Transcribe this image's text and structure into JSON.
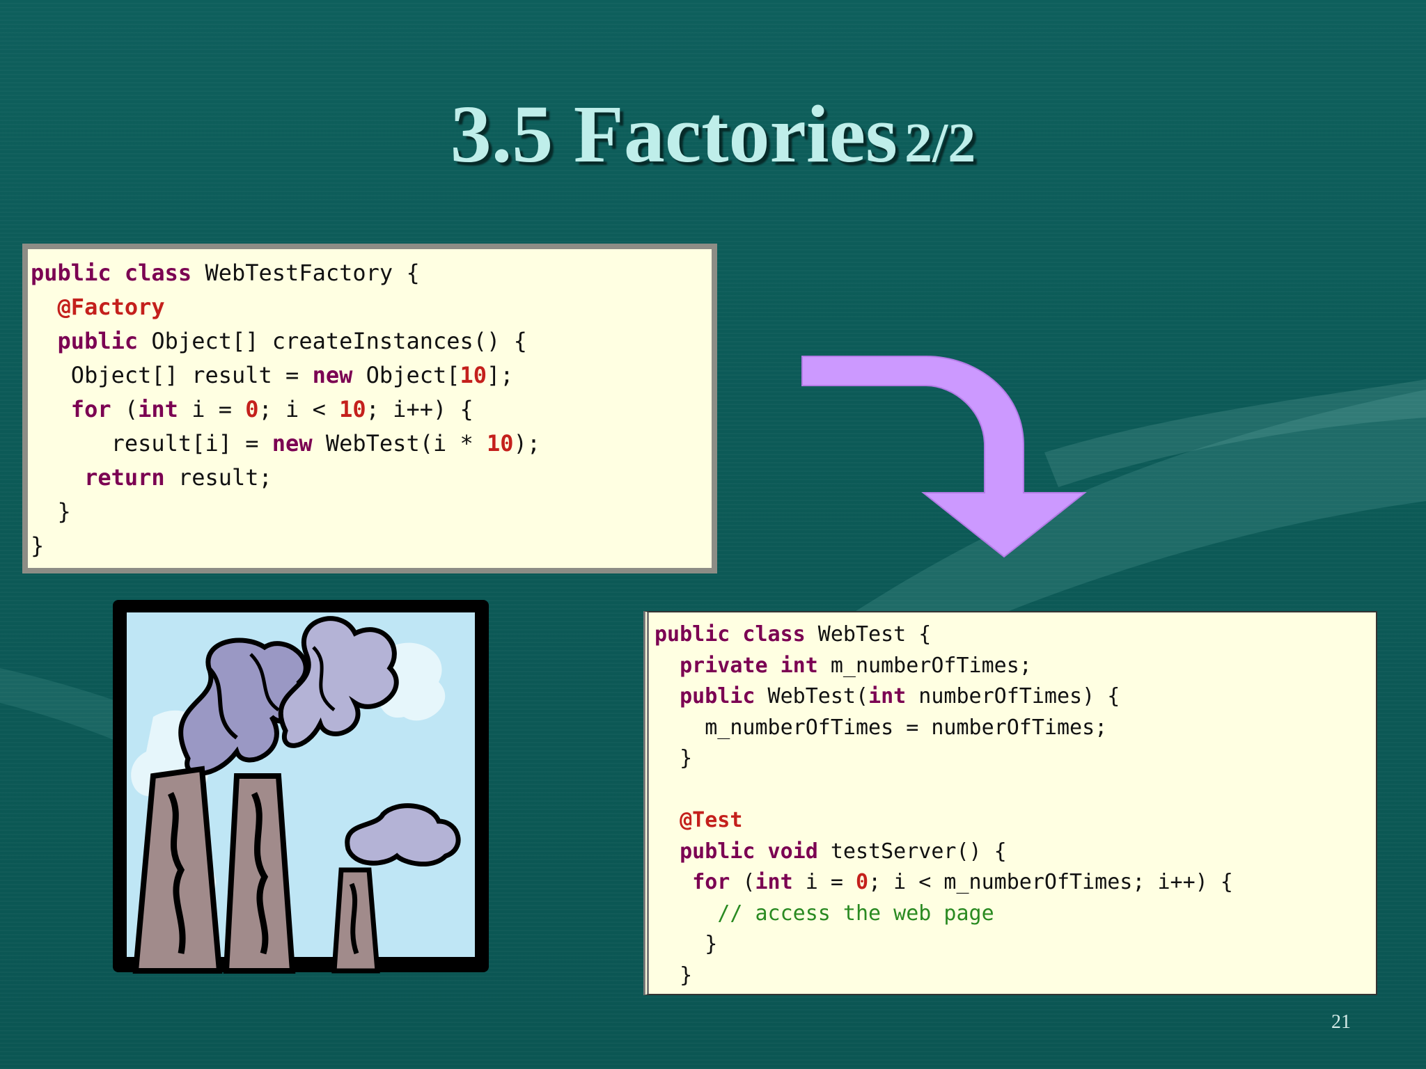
{
  "slide": {
    "title": "3.5 Factories",
    "title_suffix": "2/2",
    "page_number": "21"
  },
  "code_factory": {
    "lines": [
      [
        {
          "t": "public class",
          "c": "kw"
        },
        {
          "t": " WebTestFactory {",
          "c": ""
        }
      ],
      [
        {
          "t": "  ",
          "c": ""
        },
        {
          "t": "@Factory",
          "c": "an"
        }
      ],
      [
        {
          "t": "  ",
          "c": ""
        },
        {
          "t": "public",
          "c": "kw"
        },
        {
          "t": " Object[] createInstances() {",
          "c": ""
        }
      ],
      [
        {
          "t": "   Object[] result = ",
          "c": ""
        },
        {
          "t": "new",
          "c": "kw"
        },
        {
          "t": " Object[",
          "c": ""
        },
        {
          "t": "10",
          "c": "num"
        },
        {
          "t": "];",
          "c": ""
        }
      ],
      [
        {
          "t": "   ",
          "c": ""
        },
        {
          "t": "for",
          "c": "kw"
        },
        {
          "t": " (",
          "c": ""
        },
        {
          "t": "int",
          "c": "kw"
        },
        {
          "t": " i = ",
          "c": ""
        },
        {
          "t": "0",
          "c": "num"
        },
        {
          "t": "; i < ",
          "c": ""
        },
        {
          "t": "10",
          "c": "num"
        },
        {
          "t": "; i++) {",
          "c": ""
        }
      ],
      [
        {
          "t": "      result[i] = ",
          "c": ""
        },
        {
          "t": "new",
          "c": "kw"
        },
        {
          "t": " WebTest(i * ",
          "c": ""
        },
        {
          "t": "10",
          "c": "num"
        },
        {
          "t": ");",
          "c": ""
        }
      ],
      [
        {
          "t": "    ",
          "c": ""
        },
        {
          "t": "return",
          "c": "kw"
        },
        {
          "t": " result;",
          "c": ""
        }
      ],
      [
        {
          "t": "  }",
          "c": ""
        }
      ],
      [
        {
          "t": "}",
          "c": ""
        }
      ]
    ]
  },
  "code_webtest": {
    "lines": [
      [
        {
          "t": "public class",
          "c": "kw"
        },
        {
          "t": " WebTest {",
          "c": ""
        }
      ],
      [
        {
          "t": "  ",
          "c": ""
        },
        {
          "t": "private int",
          "c": "kw"
        },
        {
          "t": " m_numberOfTimes;",
          "c": ""
        }
      ],
      [
        {
          "t": "  ",
          "c": ""
        },
        {
          "t": "public",
          "c": "kw"
        },
        {
          "t": " WebTest(",
          "c": ""
        },
        {
          "t": "int",
          "c": "kw"
        },
        {
          "t": " numberOfTimes) {",
          "c": ""
        }
      ],
      [
        {
          "t": "    m_numberOfTimes = numberOfTimes;",
          "c": ""
        }
      ],
      [
        {
          "t": "  }",
          "c": ""
        }
      ],
      [
        {
          "t": "",
          "c": ""
        }
      ],
      [
        {
          "t": "  ",
          "c": ""
        },
        {
          "t": "@Test",
          "c": "an"
        }
      ],
      [
        {
          "t": "  ",
          "c": ""
        },
        {
          "t": "public void",
          "c": "kw"
        },
        {
          "t": " testServer() {",
          "c": ""
        }
      ],
      [
        {
          "t": "   ",
          "c": ""
        },
        {
          "t": "for",
          "c": "kw"
        },
        {
          "t": " (",
          "c": ""
        },
        {
          "t": "int",
          "c": "kw"
        },
        {
          "t": " i = ",
          "c": ""
        },
        {
          "t": "0",
          "c": "num"
        },
        {
          "t": "; i < m_numberOfTimes; i++) {",
          "c": ""
        }
      ],
      [
        {
          "t": "     ",
          "c": ""
        },
        {
          "t": "// access the web page",
          "c": "cm"
        }
      ],
      [
        {
          "t": "    }",
          "c": ""
        }
      ],
      [
        {
          "t": "  }",
          "c": ""
        }
      ]
    ]
  },
  "icons": {
    "arrow": "curved-down-arrow-icon",
    "clipart": "factory-smokestacks-icon"
  },
  "colors": {
    "background": "#0e5f5c",
    "title": "#bfeeea",
    "code_background": "#ffffe2",
    "keyword": "#7b0052",
    "annotation": "#c4201c",
    "comment": "#2a8a21",
    "arrow": "#cc99ff"
  }
}
